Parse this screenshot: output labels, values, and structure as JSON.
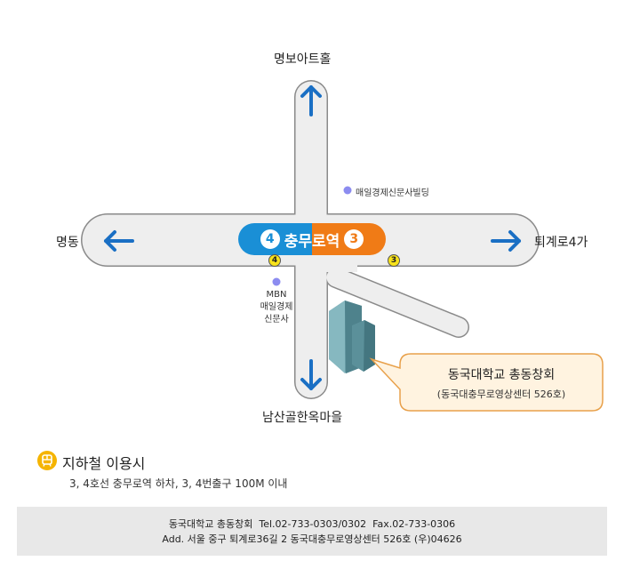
{
  "places": {
    "north": "명보아트홀",
    "west": "명동",
    "east": "퇴계로4가",
    "south": "남산골한옥마을"
  },
  "landmarks": {
    "maeil_building": "매일경제신문사빌딩",
    "mbn_line1": "MBN",
    "mbn_line2": "매일경제",
    "mbn_line3": "신문사"
  },
  "station": {
    "name": "충무로역",
    "line_left": "4",
    "line_right": "3",
    "exit_left": "4",
    "exit_right": "3"
  },
  "callout": {
    "title": "동국대학교 총동창회",
    "subtitle": "(동국대충무로영상센터 526호)"
  },
  "subway": {
    "title": "지하철 이용시",
    "description": "3, 4호선 충무로역 하차, 3, 4번출구 100M 이내"
  },
  "footer": {
    "line1": "동국대학교 총동창회  Tel.02-733-0303/0302  Fax.02-733-0306",
    "line2": "Add. 서울 중구 퇴계로36길 2 동국대충무로영상센터 526호 (우)04626"
  },
  "colors": {
    "road_fill": "#eeeeee",
    "road_border": "#8a8a8a",
    "arrow": "#1a6fc4",
    "line4": "#1a8fd6",
    "line3": "#f07b16",
    "exit_badge": "#f7e21a",
    "landmark_dot": "#8c8cf0",
    "callout_fill": "#fff3e0",
    "callout_border": "#e8a04a",
    "subway_icon": "#f5b400",
    "footer_bg": "#e8e8e8"
  },
  "icons": {
    "arrow": "arrow-icon",
    "subway": "subway-icon",
    "building": "building-icon"
  }
}
